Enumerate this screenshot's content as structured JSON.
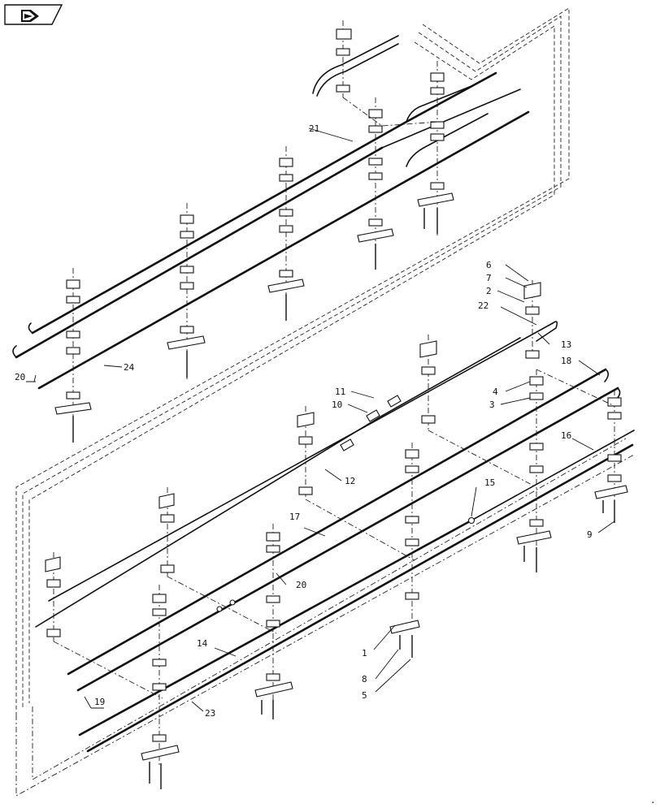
{
  "nav": {
    "icon": "page-back-arrow-icon"
  },
  "callouts": [
    "1",
    "2",
    "3",
    "4",
    "5",
    "6",
    "7",
    "8",
    "9",
    "10",
    "11",
    "12",
    "13",
    "14",
    "15",
    "16",
    "17",
    "18",
    "19",
    "20",
    "20",
    "21",
    "22",
    "23",
    "24"
  ],
  "colors": {
    "ink": "#111111",
    "paper": "#ffffff"
  }
}
